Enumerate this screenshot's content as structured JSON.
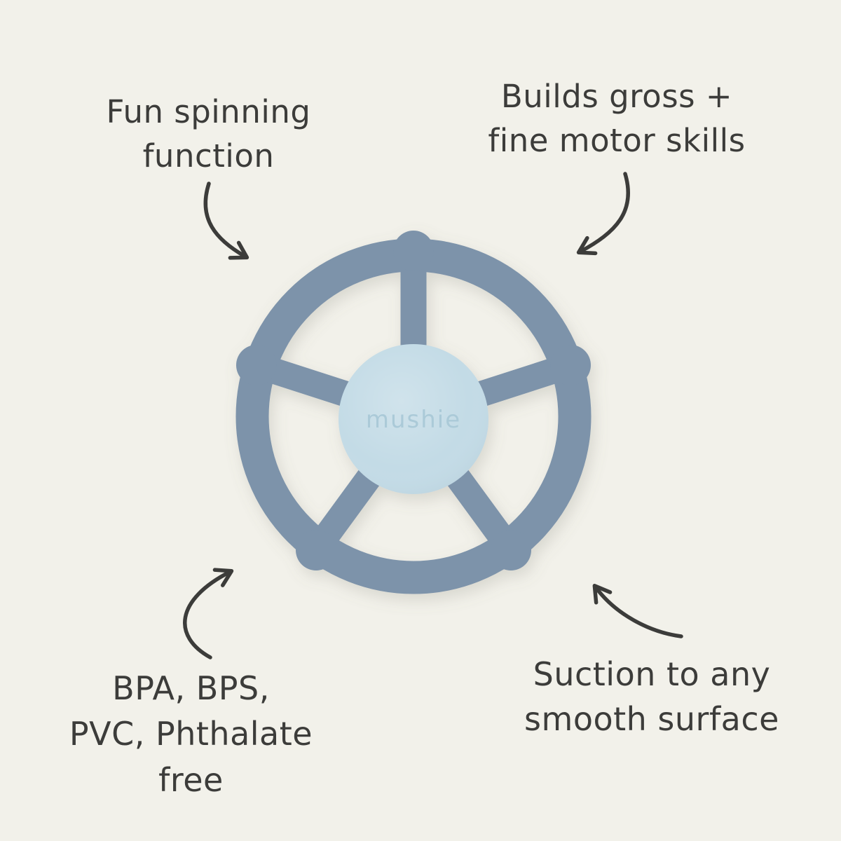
{
  "colors": {
    "background": "#f2f1ea",
    "wheel": "#7d93aa",
    "hub": "#c3dbe6",
    "hub_text": "#abcad8",
    "ink": "#3c3c3a"
  },
  "product": {
    "name": "spinning wheel rattle toy",
    "brand": "mushie"
  },
  "annotations": {
    "top_left": {
      "lines": [
        "Fun spinning",
        "function"
      ]
    },
    "top_right": {
      "lines": [
        "Builds gross +",
        "fine motor skills"
      ]
    },
    "bottom_left": {
      "lines": [
        "BPA, BPS,",
        "PVC, Phthalate",
        "free"
      ]
    },
    "bottom_right": {
      "lines": [
        "Suction to any",
        "smooth surface"
      ]
    }
  }
}
